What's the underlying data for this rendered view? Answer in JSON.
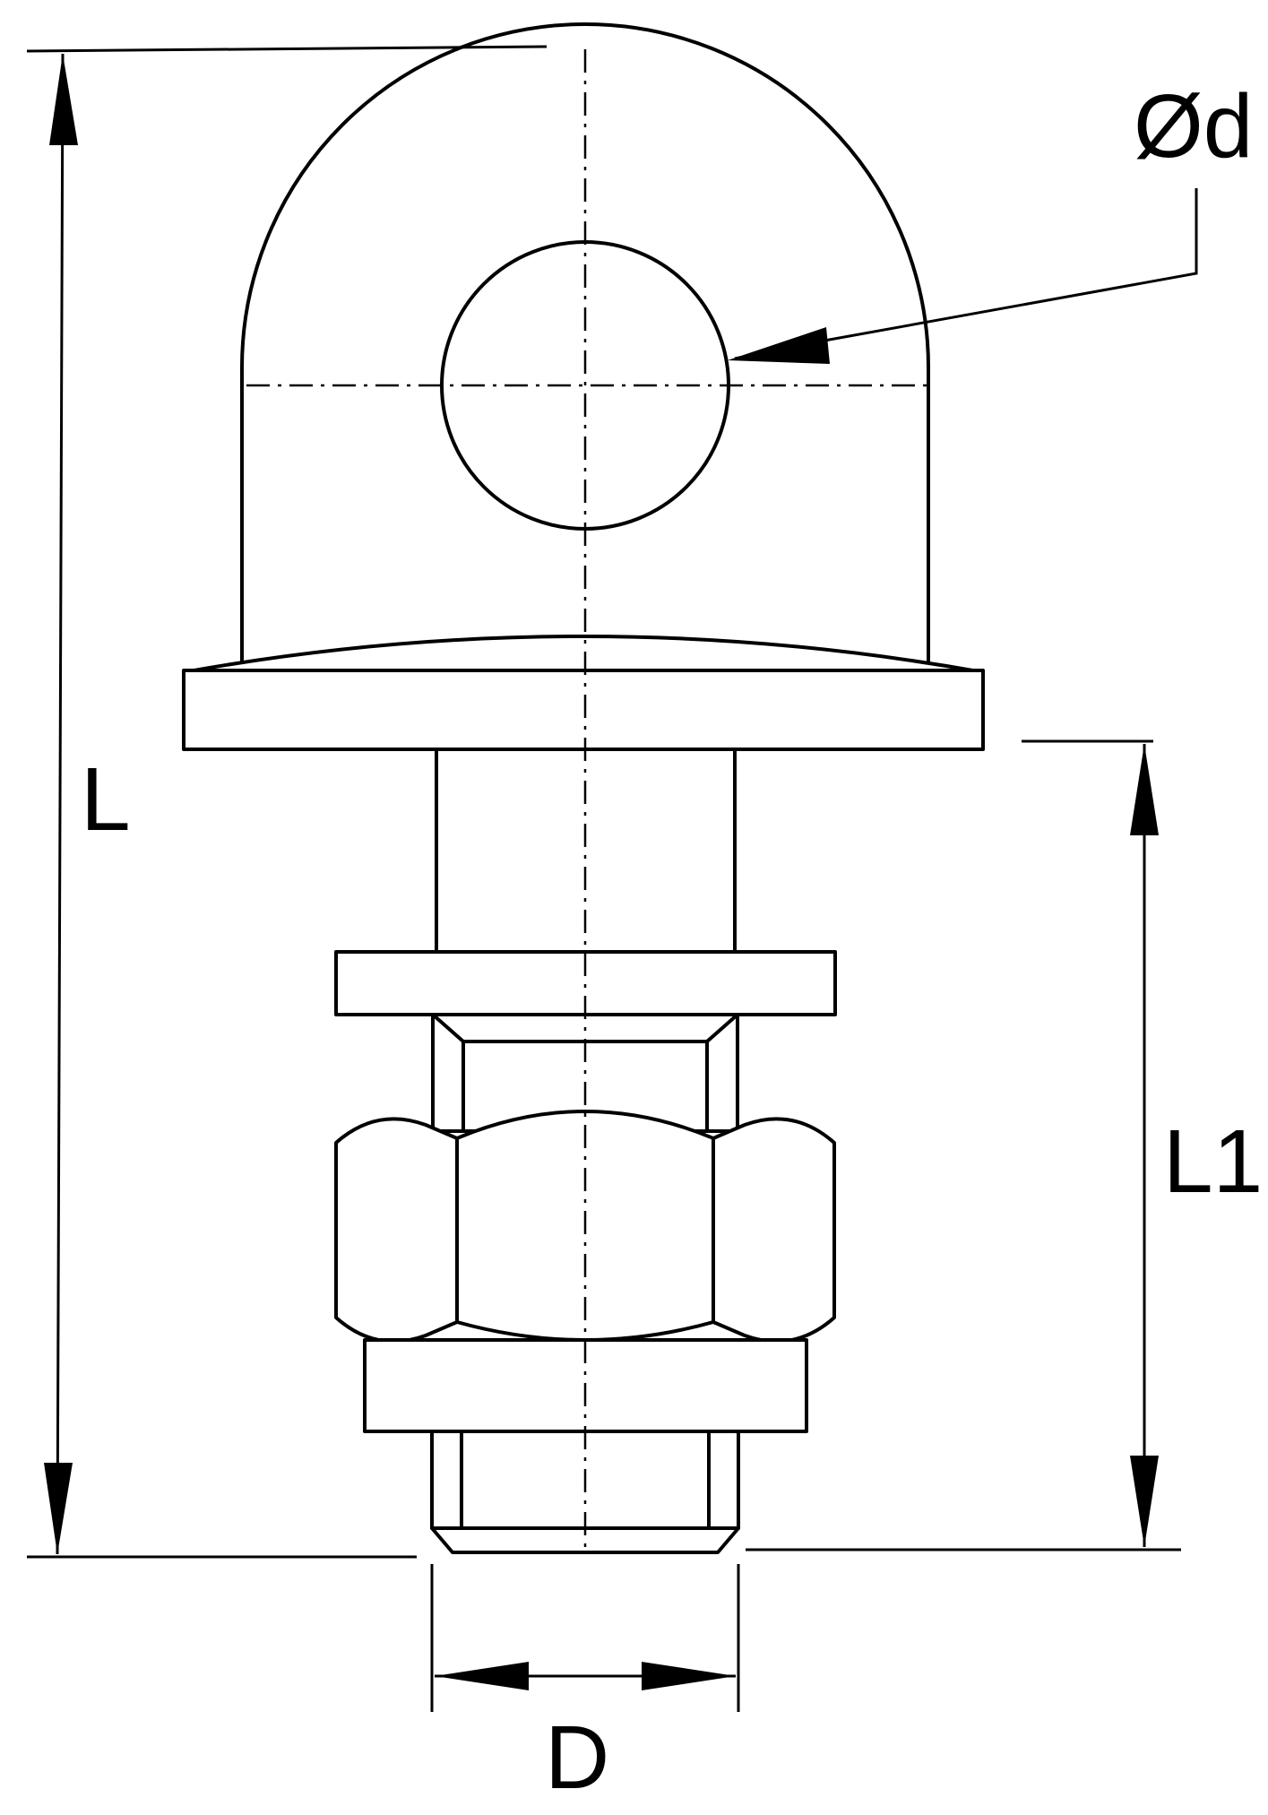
{
  "labels": {
    "diameter_d": "Ød",
    "length_L": "L",
    "length_L1": "L1",
    "diameter_D": "D"
  }
}
